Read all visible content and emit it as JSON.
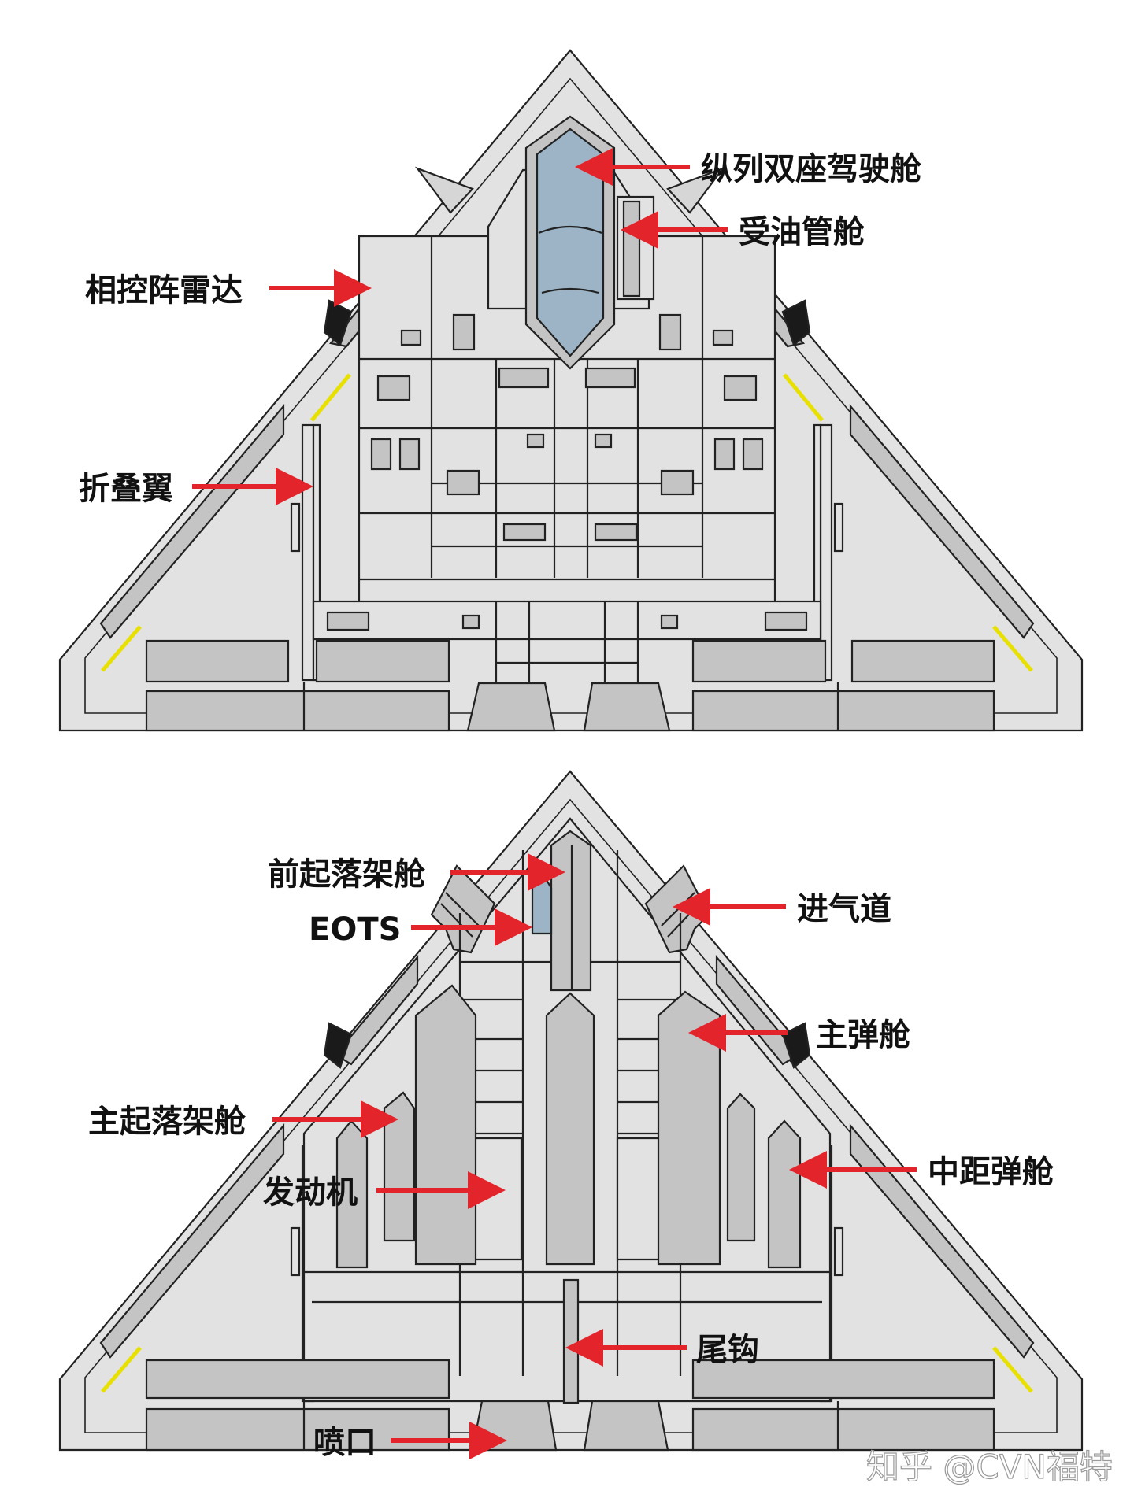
{
  "top_view": {
    "labels": {
      "cockpit": "纵列双座驾驶舱",
      "refuel_bay": "受油管舱",
      "radar": "相控阵雷达",
      "folding_wing": "折叠翼"
    }
  },
  "bottom_view": {
    "labels": {
      "nose_gear_bay": "前起落架舱",
      "eots": "EOTS",
      "intake": "进气道",
      "main_weapon_bay": "主弹舱",
      "main_gear_bay": "主起落架舱",
      "engine": "发动机",
      "mid_range_bay": "中距弹舱",
      "tail_hook": "尾钩",
      "nozzle": "喷口"
    }
  },
  "watermark": "知乎 @CVN福特",
  "colors": {
    "body": "#e2e2e2",
    "panel": "#c4c4c4",
    "canopy": "#9cb4c6",
    "line": "#222222",
    "arrow": "#e3242b",
    "stripe": "#e8e000",
    "sensor": "#1a1a1a"
  }
}
